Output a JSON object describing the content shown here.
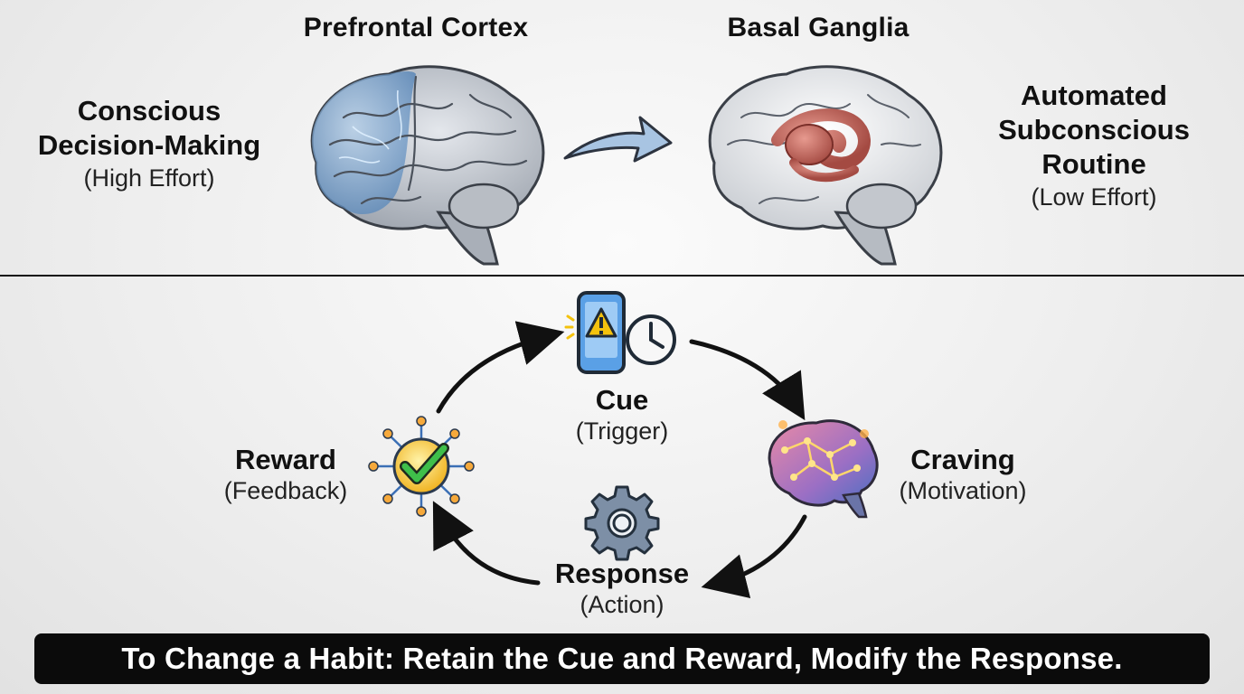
{
  "top": {
    "left_brain_title": "Prefrontal Cortex",
    "right_brain_title": "Basal Ganglia",
    "left_label_line1": "Conscious",
    "left_label_line2": "Decision-Making",
    "left_label_sub": "(High Effort)",
    "right_label_line1": "Automated",
    "right_label_line2": "Subconscious",
    "right_label_line3": "Routine",
    "right_label_sub": "(Low Effort)"
  },
  "loop": {
    "cue": {
      "label": "Cue",
      "sub": "(Trigger)"
    },
    "craving": {
      "label": "Craving",
      "sub": "(Motivation)"
    },
    "response": {
      "label": "Response",
      "sub": "(Action)"
    },
    "reward": {
      "label": "Reward",
      "sub": "(Feedback)"
    }
  },
  "banner": "To Change a Habit: Retain the Cue and Reward, Modify the Response.",
  "colors": {
    "brain_gray": "#bcc2cb",
    "prefrontal_blue": "#6f9fd0",
    "basal_ganglia": "#c8685e",
    "arrow_blue": "#8fb3d9",
    "check_green": "#34a853",
    "warning_yellow": "#f4c20d"
  },
  "icons": [
    "brain-icon",
    "right-arrow-icon",
    "phone-alert-icon",
    "clock-icon",
    "gear-icon",
    "checkmark-icon",
    "motivation-brain-icon"
  ]
}
